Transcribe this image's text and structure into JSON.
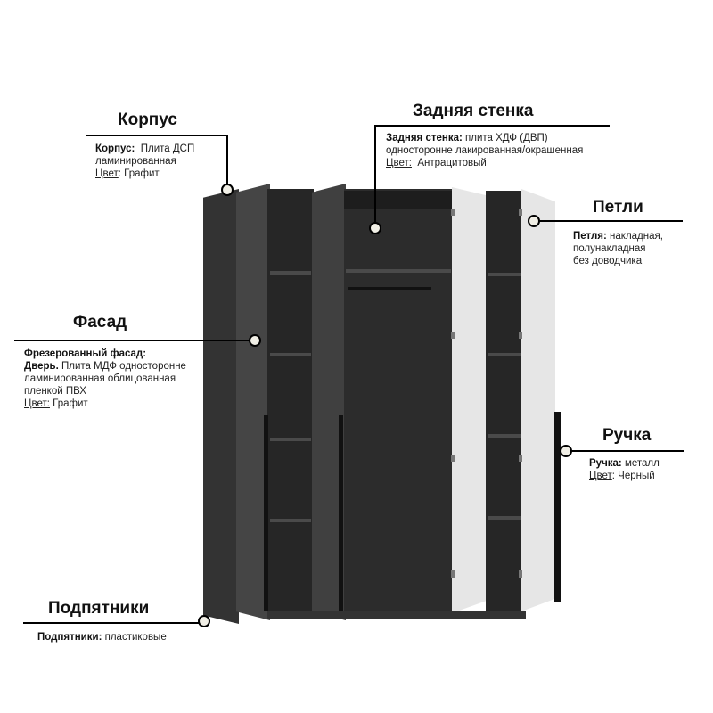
{
  "korpus": {
    "title": "Корпус",
    "label": "Корпус:",
    "text1": "Плита ДСП",
    "text2": "ламинированная",
    "color_label": "Цвет",
    "color_value": ": Графит"
  },
  "back": {
    "title": "Задняя стенка",
    "label": "Задняя стенка:",
    "text1": "плита ХДФ (ДВП)",
    "text2": "односторонне лакированная/окрашенная",
    "color_label": "Цвет:",
    "color_value": "Антрацитовый"
  },
  "hinges": {
    "title": "Петли",
    "label": "Петля:",
    "text1": "накладная,",
    "text2": "полунакладная",
    "text3": "без доводчика"
  },
  "facade": {
    "title": "Фасад",
    "label": "Фрезерованный фасад:",
    "door_label": "Дверь.",
    "text1": "Плита МДФ односторонне",
    "text2": "ламинированная облицованная",
    "text3": "пленкой ПВХ",
    "color_label": "Цвет:",
    "color_value": "Графит"
  },
  "handle": {
    "title": "Ручка",
    "label": "Ручка:",
    "text1": "металл",
    "color_label": "Цвет",
    "color_value": ": Черный"
  },
  "feet": {
    "title": "Подпятники",
    "label": "Подпятники:",
    "text1": "пластиковые"
  },
  "colors": {
    "body": "#3a3a3a",
    "interior": "#2a2a2a",
    "door_inner": "#e8e8e8"
  }
}
